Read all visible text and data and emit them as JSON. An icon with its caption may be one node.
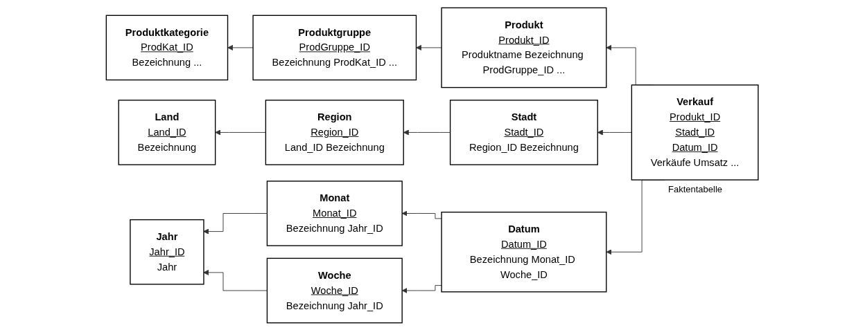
{
  "diagram": {
    "nodes": [
      {
        "text": [
          "Land",
          "Land_ID",
          "Bezeichnung"
        ]
      },
      {
        "text": [
          "Region",
          "Region_ID",
          "Land_ID Bezeichnung"
        ]
      },
      {
        "text": [
          "Stadt",
          "Stadt_ID",
          "Region_ID Bezeichnung"
        ]
      },
      {
        "text": [
          "Verkauf",
          "Produkt_ID",
          "Stadt_ID",
          "Datum_ID",
          "Verkäufe Umsatz ..."
        ],
        "beside": [
          "Faktentabelle"
        ]
      },
      {
        "text": [
          "Produkt",
          "Produkt_ID",
          "Produktname Bezeichnung ProdGruppe_ID ..."
        ]
      },
      {
        "text": [
          "Datum",
          "Datum_ID",
          "Bezeichnung Monat_ID Woche_ID"
        ]
      },
      {
        "text": [
          "Produktgruppe",
          "ProdGruppe_ID",
          "Bezeichnung ProdKat_ID ..."
        ]
      },
      {
        "text": [
          "Monat",
          "Monat_ID",
          "Bezeichnung Jahr_ID"
        ]
      },
      {
        "text": [
          "Woche",
          "Woche_ID",
          "Bezeichnung Jahr_ID"
        ]
      },
      {
        "text": [
          "Produktkategorie",
          "ProdKat_ID",
          "Bezeichnung ..."
        ]
      },
      {
        "text": [
          "Jahr",
          "Jahr_ID",
          "Jahr"
        ]
      }
    ],
    "edges": [
      {
        "from": 3,
        "to": 4,
        "arrow": "to"
      },
      {
        "from": 3,
        "to": 2,
        "arrow": "to"
      },
      {
        "from": 3,
        "to": 5,
        "arrow": "to"
      },
      {
        "from": 2,
        "to": 1,
        "arrow": "to"
      },
      {
        "from": 1,
        "to": 0,
        "arrow": "to"
      },
      {
        "from": 4,
        "to": 6,
        "arrow": "to"
      },
      {
        "from": 6,
        "to": 9,
        "arrow": "to"
      },
      {
        "from": 5,
        "to": 7,
        "arrow": "to"
      },
      {
        "from": 5,
        "to": 8,
        "arrow": "to"
      },
      {
        "from": 7,
        "to": 10,
        "arrow": "to"
      },
      {
        "from": 8,
        "to": 10,
        "arrow": "to"
      }
    ]
  }
}
